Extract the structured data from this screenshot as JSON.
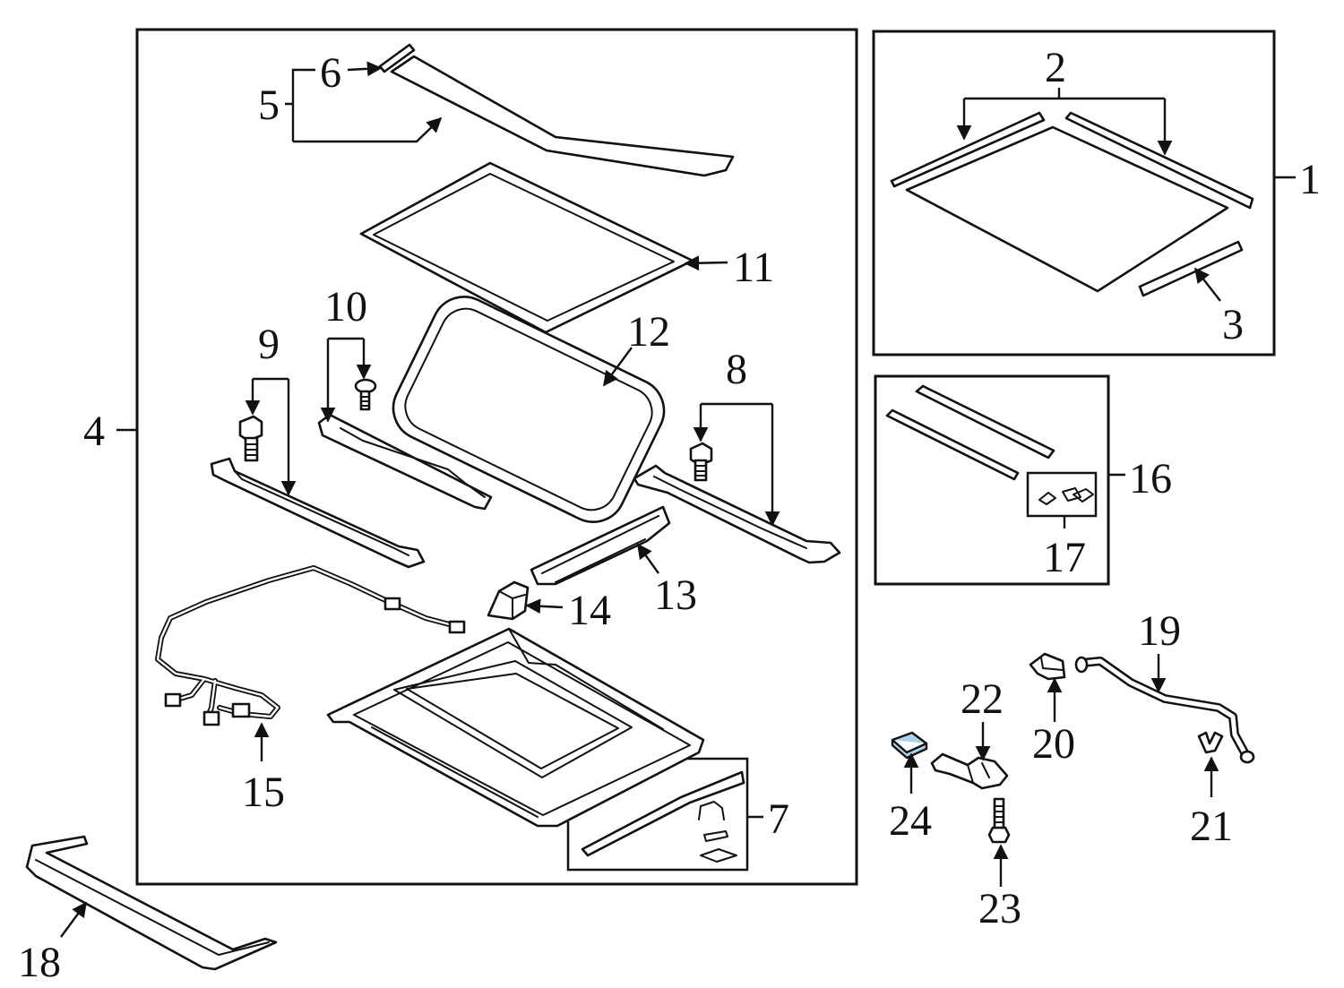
{
  "callouts": {
    "c1": "1",
    "c2": "2",
    "c3": "3",
    "c4": "4",
    "c5": "5",
    "c6": "6",
    "c7": "7",
    "c8": "8",
    "c9": "9",
    "c10": "10",
    "c11": "11",
    "c12": "12",
    "c13": "13",
    "c14": "14",
    "c15": "15",
    "c16": "16",
    "c17": "17",
    "c18": "18",
    "c19": "19",
    "c20": "20",
    "c21": "21",
    "c22": "22",
    "c23": "23",
    "c24": "24"
  },
  "colors": {
    "line": "#111111",
    "background": "#ffffff",
    "highlight": "#a9d4ee"
  }
}
